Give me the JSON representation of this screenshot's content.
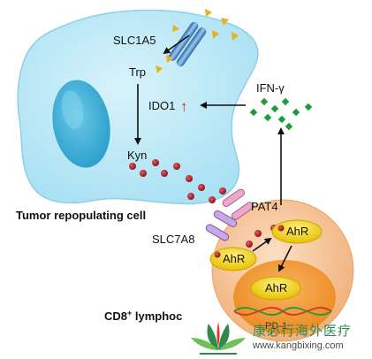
{
  "labels": {
    "slc1a5": "SLC1A5",
    "trp": "Trp",
    "ido1": "IDO1",
    "ido1_up_arrow": "↑",
    "kyn": "Kyn",
    "ifn": "IFN-γ",
    "tumor_cell": "Tumor repopulating cell",
    "pat4": "PAT4",
    "slc7a8": "SLC7A8",
    "ahr_top": "AhR",
    "ahr_left": "AhR",
    "ahr_nucleus": "AhR",
    "cd8_prefix": "CD8",
    "cd8_sup": "+",
    "cd8_suffix": " lymphoc",
    "nucleus_text": "PD-1"
  },
  "watermark": {
    "chinese": "康必行海外医疗",
    "url": "www.kangbixing.com",
    "logo": "lotus-logo-icon"
  },
  "colors": {
    "tumor_cell": "#b9e8f6",
    "tumor_nucleus": "#3fb2d9",
    "lymphocyte": "#f6c69a",
    "lymph_nucleus": "#f39a3a",
    "kyn_dot": "#a3202a",
    "ifn_dot": "#1c9c3a",
    "trp_triangle": "#e7b21c",
    "ido1_arrow": "#d42020",
    "ahr_oval": "#f4d000",
    "watermark_green": "#2f8a4b"
  }
}
